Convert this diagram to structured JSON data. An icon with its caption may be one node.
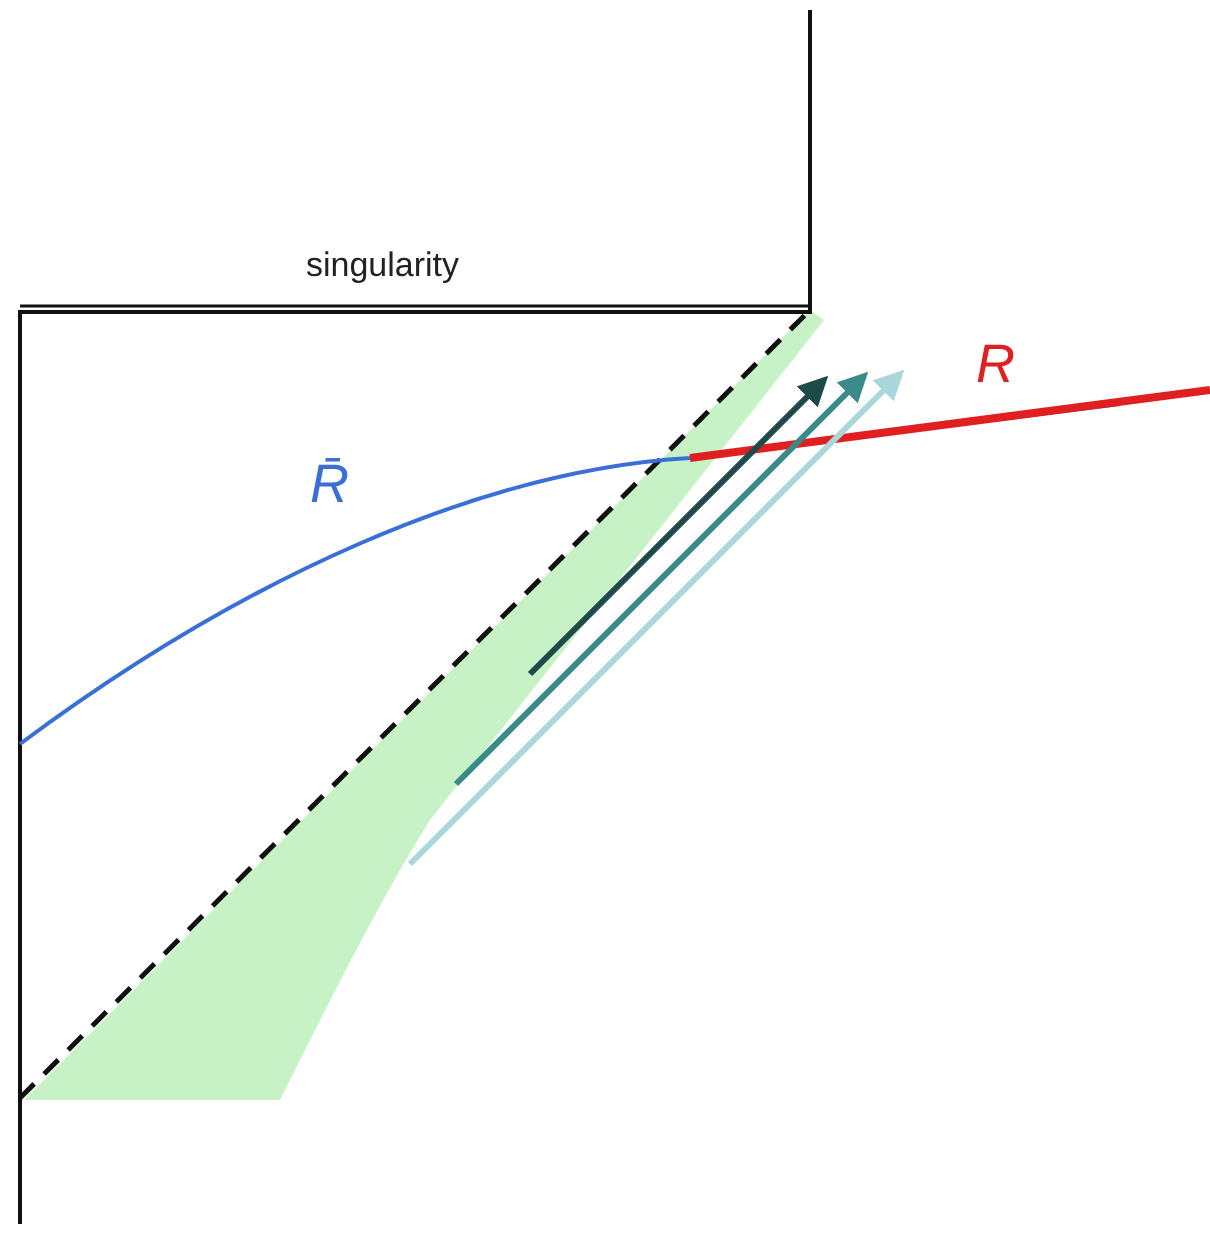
{
  "diagram": {
    "labels": [
      "singularity",
      "R̄",
      "R"
    ]
  }
}
